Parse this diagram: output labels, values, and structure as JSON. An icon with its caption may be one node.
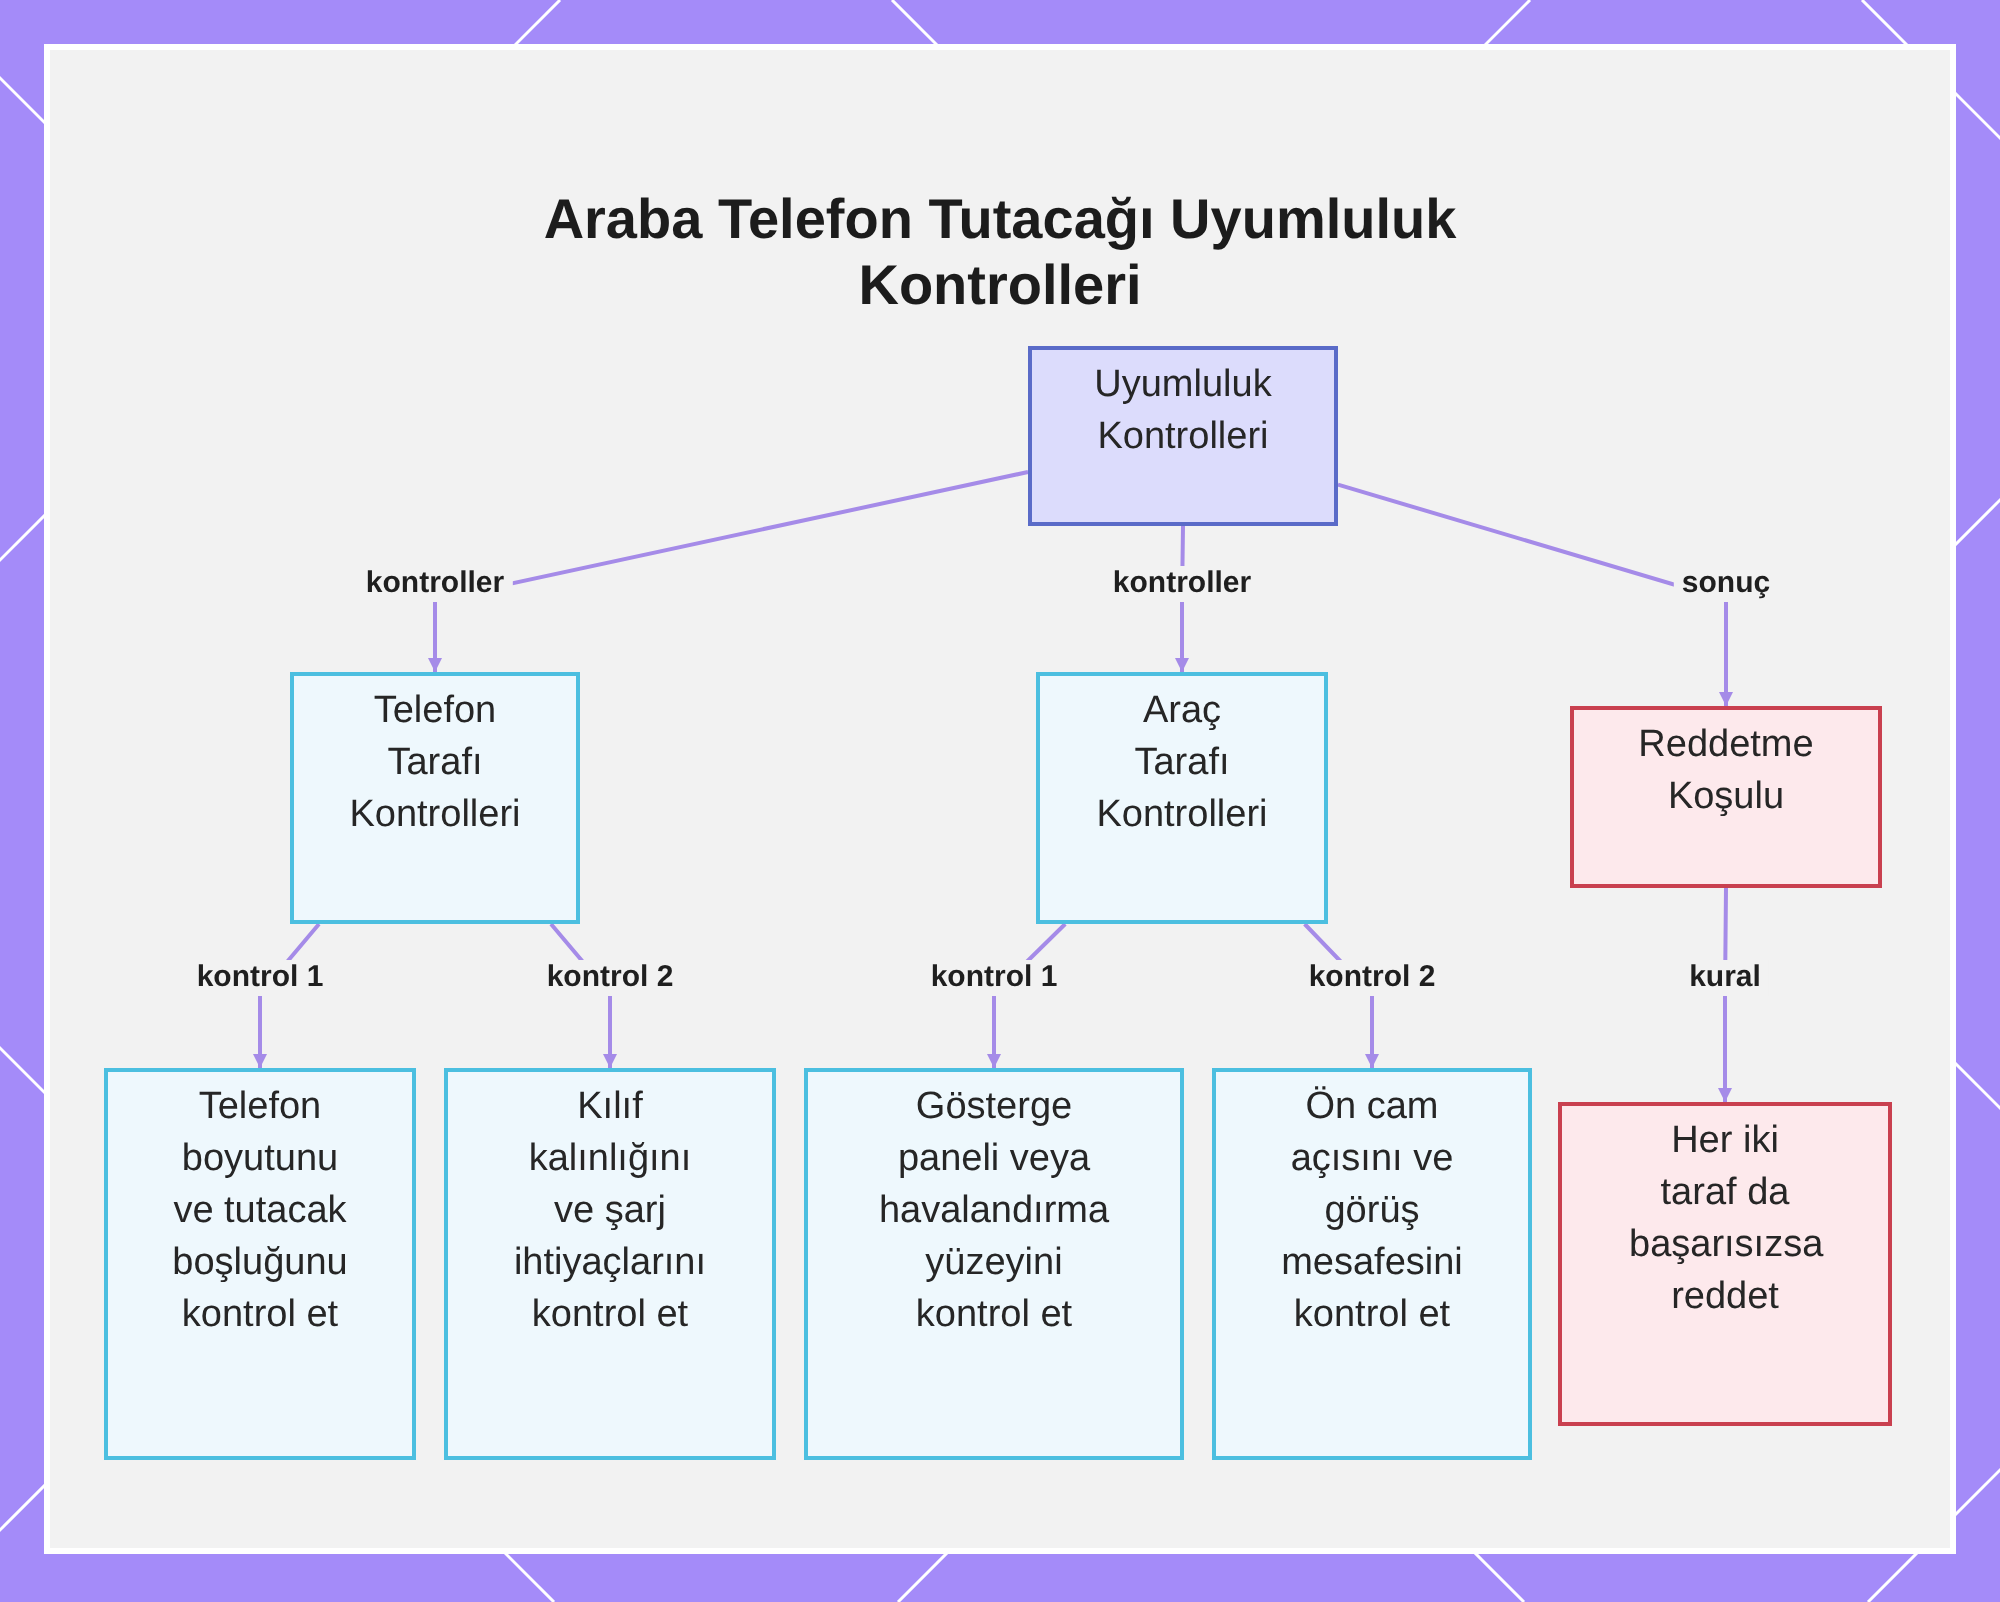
{
  "diagram": {
    "title": "Araba Telefon Tutacağı Uyumluluk Kontrolleri",
    "nodes": [
      {
        "text": [
          "Uyumluluk Kontrolleri"
        ]
      },
      {
        "text": [
          "Telefon Tarafı Kontrolleri"
        ]
      },
      {
        "text": [
          "Araç Tarafı Kontrolleri"
        ]
      },
      {
        "text": [
          "Reddetme Koşulu"
        ]
      },
      {
        "text": [
          "Telefon boyutunu ve tutacak boşluğunu kontrol et"
        ]
      },
      {
        "text": [
          "Kılıf kalınlığını ve şarj ihtiyaçlarını kontrol et"
        ]
      },
      {
        "text": [
          "Gösterge paneli veya havalandırma yüzeyini kontrol et"
        ]
      },
      {
        "text": [
          "Ön cam açısını ve görüş mesafesini kontrol et"
        ]
      },
      {
        "text": [
          "Her iki taraf da başarısızsa reddet"
        ]
      }
    ],
    "edges": [
      {
        "from": 0,
        "to": 1,
        "label": "kontroller",
        "arrow": "to"
      },
      {
        "from": 0,
        "to": 2,
        "label": "kontroller",
        "arrow": "to"
      },
      {
        "from": 0,
        "to": 3,
        "label": "sonuç",
        "arrow": "to"
      },
      {
        "from": 1,
        "to": 4,
        "label": "kontrol 1",
        "arrow": "to"
      },
      {
        "from": 1,
        "to": 5,
        "label": "kontrol 2",
        "arrow": "to"
      },
      {
        "from": 2,
        "to": 6,
        "label": "kontrol 1",
        "arrow": "to"
      },
      {
        "from": 2,
        "to": 7,
        "label": "kontrol 2",
        "arrow": "to"
      },
      {
        "from": 3,
        "to": 8,
        "label": "kural",
        "arrow": "to"
      }
    ]
  }
}
